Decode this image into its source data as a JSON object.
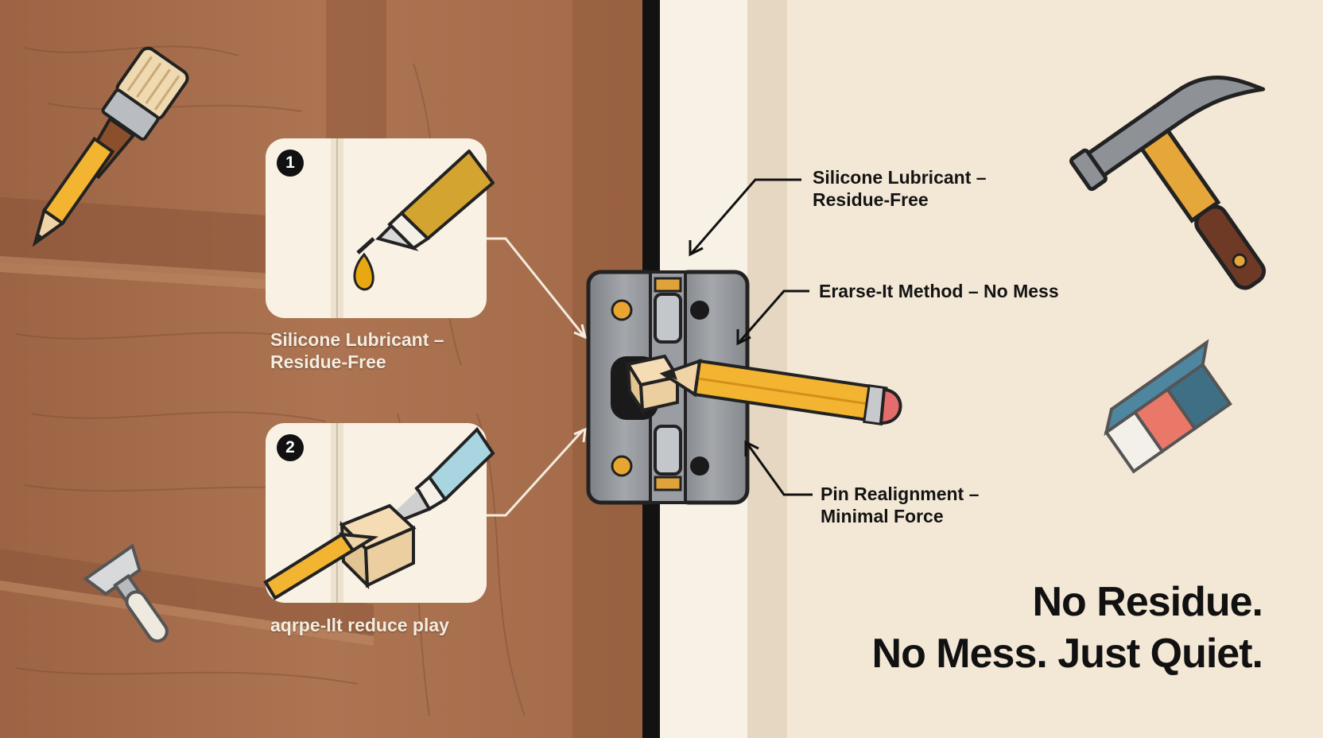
{
  "steps": [
    {
      "number": "1",
      "caption_line1": "Silicone Lubricant –",
      "caption_line2": "Residue-Free"
    },
    {
      "number": "2",
      "caption": "aqrpe-Ilt reduce play"
    }
  ],
  "callouts": [
    {
      "line1": "Silicone Lubricant –",
      "line2": "Residue-Free"
    },
    {
      "line1": "Erarse-It Method – No Mess"
    },
    {
      "line1": "Pin Realignment –",
      "line2": "Minimal Force"
    }
  ],
  "tagline": {
    "line1": "No Residue.",
    "line2": "No Mess. Just Quiet."
  },
  "icons": [
    "paintbrush-icon",
    "pencil-icon",
    "hammer-icon",
    "eraser-icon",
    "scraper-icon",
    "door-hinge-icon",
    "lubricant-bottle-icon",
    "glue-bottle-icon",
    "wood-block-icon"
  ],
  "colors": {
    "wood": "#a9704e",
    "wall": "#f3e8d6",
    "hinge": "#8e9196",
    "pencil": "#f2b431",
    "lubricant": "#d4a431",
    "glue_tip": "#a9d5e1"
  }
}
